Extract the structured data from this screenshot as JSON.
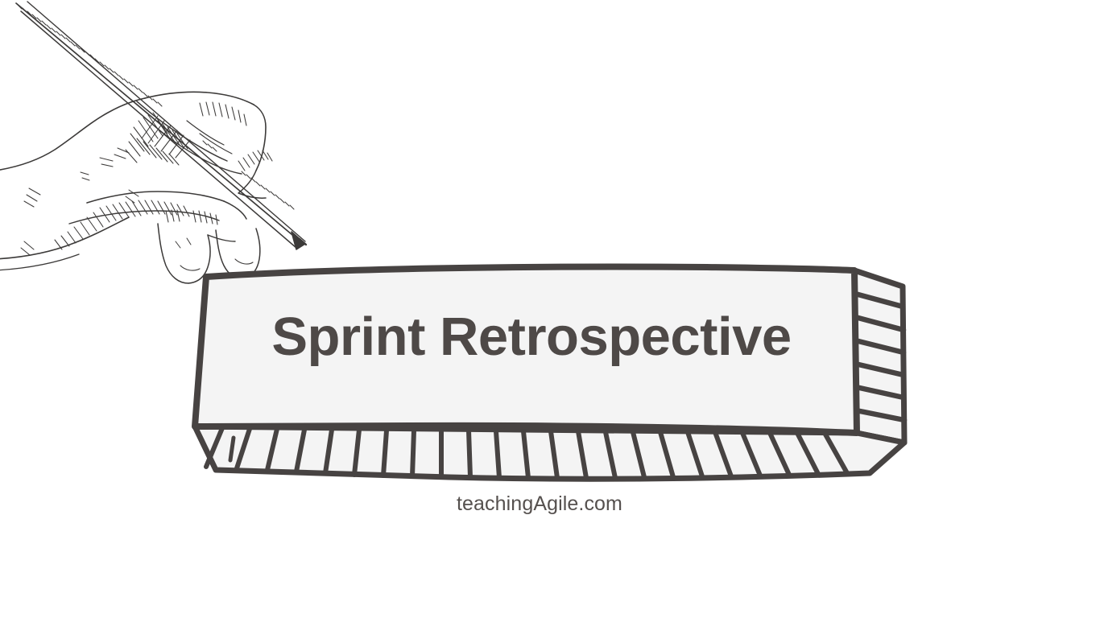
{
  "slide": {
    "background_color": "#ffffff",
    "banner": {
      "title": "Sprint Retrospective",
      "title_color": "#4e4947",
      "fill_color": "#f4f4f4",
      "stroke_color": "#474342",
      "side_hatch_count": 7,
      "bottom_hatch_count": 24
    },
    "illustration": {
      "name": "hand-holding-pencil",
      "style": "pen-and-ink line drawing",
      "stroke_color": "#3c3a39"
    },
    "footer": {
      "brand": "teachingAgile.com",
      "color": "#55504e"
    }
  }
}
